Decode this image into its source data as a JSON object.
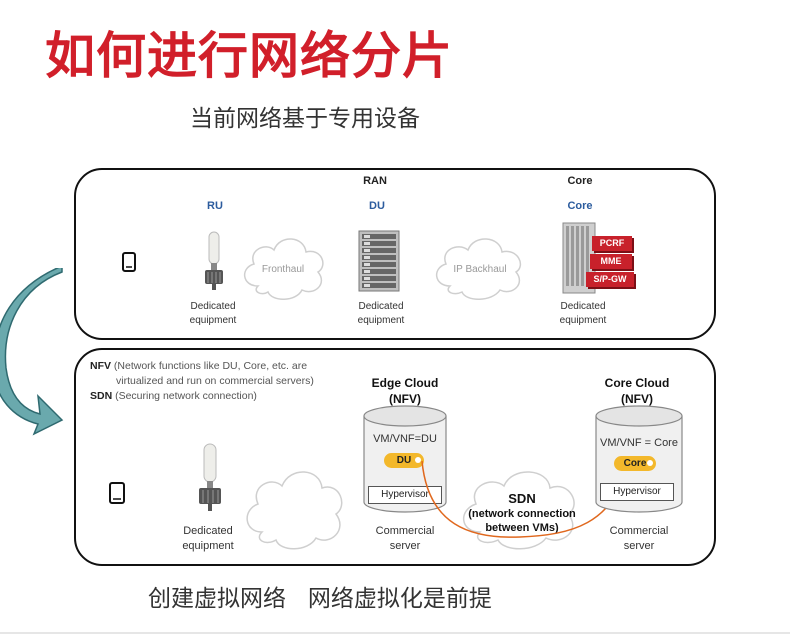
{
  "title": "如何进行网络分片",
  "subtitle": "当前网络基于专用设备",
  "footer": "创建虚拟网络   网络虚拟化是前提",
  "top_panel": {
    "ran_label": "RAN",
    "core_label": "Core",
    "ru_label": "RU",
    "du_label": "DU",
    "core_sub_label": "Core",
    "fronthaul": "Fronthaul",
    "ip_backhaul": "IP Backhaul",
    "equip1_line1": "Dedicated",
    "equip1_line2": "equipment",
    "equip2_line1": "Dedicated",
    "equip2_line2": "equipment",
    "equip3_line1": "Dedicated",
    "equip3_line2": "equipment",
    "core_functions": [
      "PCRF",
      "MME",
      "S/P-GW"
    ]
  },
  "bottom_panel": {
    "nfv_key": "NFV",
    "nfv_text": " (Network functions like DU, Core, etc. are",
    "nfv_text2": "virtualized and run on commercial servers)",
    "sdn_key": "SDN",
    "sdn_text": " (Securing network connection)",
    "equip_line1": "Dedicated",
    "equip_line2": "equipment",
    "edge_cloud_title": "Edge Cloud",
    "edge_cloud_sub": "(NFV)",
    "edge_vm": "VM/VNF=DU",
    "edge_pill": "DU",
    "edge_hypervisor": "Hypervisor",
    "edge_server_line1": "Commercial",
    "edge_server_line2": "server",
    "core_cloud_title": "Core Cloud",
    "core_cloud_sub": "(NFV)",
    "core_vm": "VM/VNF = Core",
    "core_pill": "Core",
    "core_hypervisor": "Hypervisor",
    "core_server_line1": "Commercial",
    "core_server_line2": "server",
    "sdn_title": "SDN",
    "sdn_sub1": "(network connection",
    "sdn_sub2": "between VMs)"
  },
  "colors": {
    "title_red": "#d11f2a",
    "accent_blue": "#2c5c9e",
    "arrow_teal": "#6aa9ad",
    "pill_yellow": "#f3b82b",
    "link_orange": "#e0681e",
    "core_badge_red": "#c8212b"
  },
  "icons": [
    "phone-icon",
    "radio-unit-icon",
    "server-rack-icon",
    "core-chassis-icon",
    "cloud-icon",
    "cylinder-icon",
    "curved-arrow-icon"
  ]
}
